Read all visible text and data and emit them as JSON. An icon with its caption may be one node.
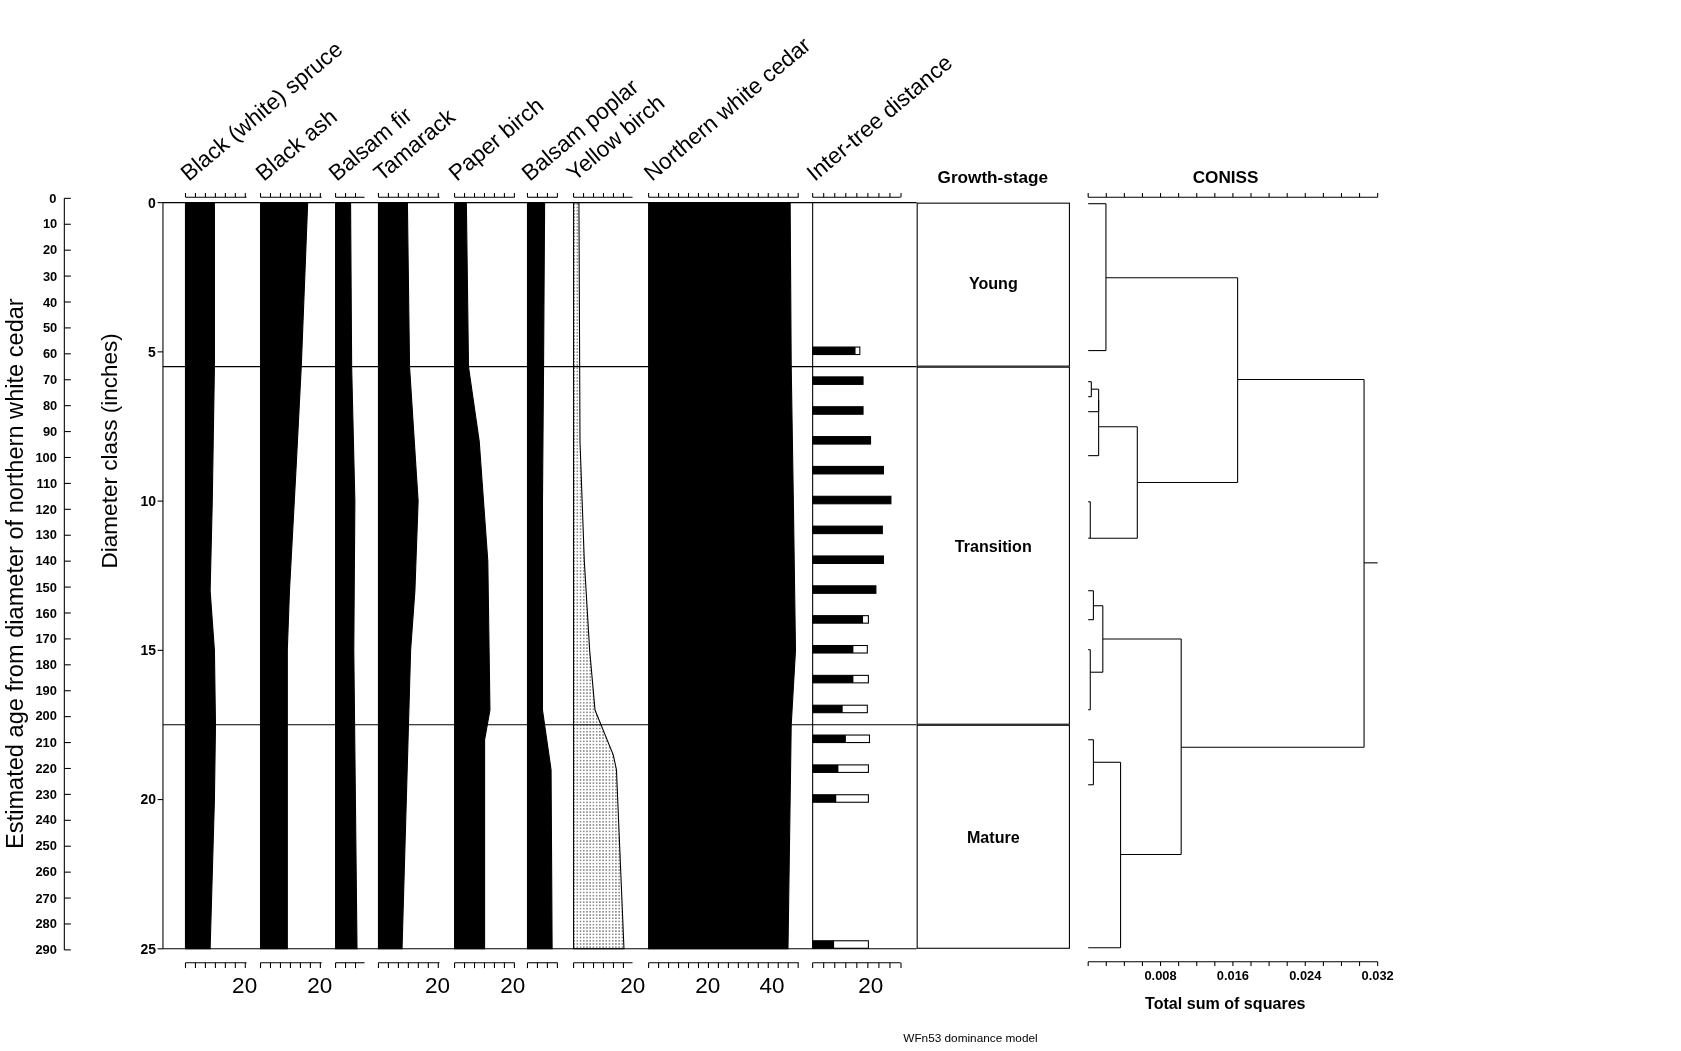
{
  "diagram": {
    "caption": "WFn53 dominance model",
    "nodes": [
      {
        "text": [
          "Young"
        ]
      },
      {
        "text": [
          "Transition"
        ]
      },
      {
        "text": [
          "Mature"
        ]
      }
    ],
    "labels": [
      "Black (white) spruce",
      "Black ash",
      "Balsam fir",
      "Tamarack",
      "Paper birch",
      "Balsam poplar",
      "Yellow birch",
      "Northern white cedar",
      "Inter-tree distance",
      "Growth-stage",
      "CONISS",
      "Estimated age from diameter of northern white cedar",
      "Diameter class (inches)",
      "0",
      "10",
      "20",
      "30",
      "40",
      "50",
      "60",
      "70",
      "80",
      "90",
      "100",
      "110",
      "120",
      "130",
      "140",
      "150",
      "160",
      "170",
      "180",
      "190",
      "200",
      "210",
      "220",
      "230",
      "240",
      "250",
      "260",
      "270",
      "280",
      "290",
      "0",
      "5",
      "10",
      "15",
      "20",
      "25",
      "20",
      "20",
      "20",
      "20",
      "20",
      "20",
      "40",
      "20",
      "0.008",
      "0.016",
      "0.024",
      "0.032",
      "Total sum of squares"
    ]
  }
}
